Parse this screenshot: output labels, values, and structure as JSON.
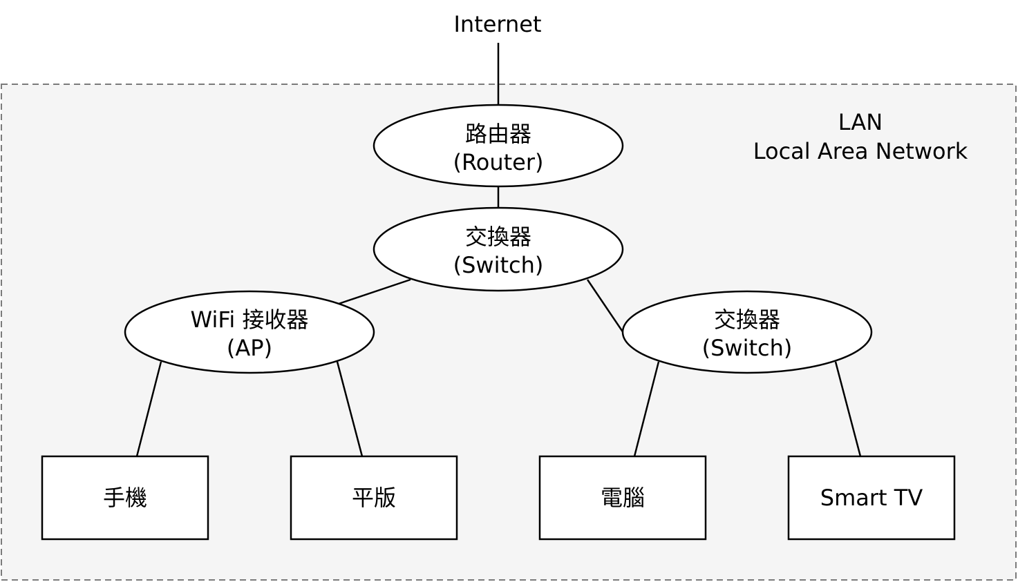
{
  "internet_label": "Internet",
  "lan": {
    "title": "LAN",
    "subtitle": "Local Area Network"
  },
  "nodes": {
    "router": {
      "name": "路由器",
      "sub": "(Router)"
    },
    "core_switch": {
      "name": "交換器",
      "sub": "(Switch)"
    },
    "ap": {
      "name": "WiFi 接收器",
      "sub": "(AP)"
    },
    "edge_switch": {
      "name": "交換器",
      "sub": "(Switch)"
    },
    "phone": {
      "name": "手機"
    },
    "tablet": {
      "name": "平版"
    },
    "computer": {
      "name": "電腦"
    },
    "tv": {
      "name": "Smart TV"
    }
  }
}
